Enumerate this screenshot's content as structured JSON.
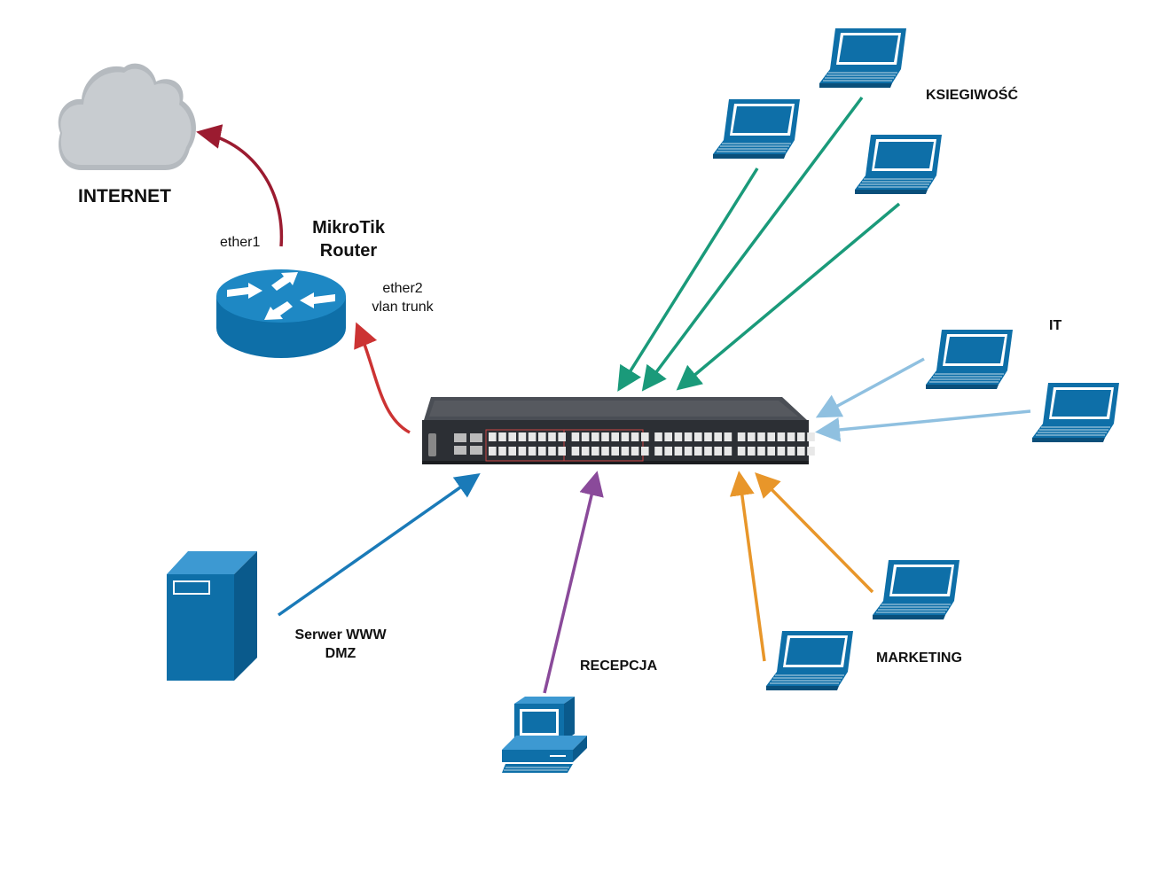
{
  "labels": {
    "internet": "INTERNET",
    "router_title_line1": "MikroTik",
    "router_title_line2": "Router",
    "ether1": "ether1",
    "ether2_line1": "ether2",
    "ether2_line2": "vlan trunk",
    "ksiegowosc": "KSIEGIWOŚĆ",
    "it": "IT",
    "server_line1": "Serwer WWW",
    "server_line2": "DMZ",
    "recepcja": "RECEPCJA",
    "marketing": "MARKETING"
  },
  "colors": {
    "internet_link": "#9b1b30",
    "trunk_link": "#cc3333",
    "ksiegowosc_link": "#1a9a7a",
    "it_link": "#8fc0e0",
    "server_link": "#1a7ab8",
    "recepcja_link": "#8a4a9a",
    "marketing_link": "#e8962a",
    "device_blue": "#0e6fa8",
    "cloud_gray": "#c8ccd0"
  }
}
